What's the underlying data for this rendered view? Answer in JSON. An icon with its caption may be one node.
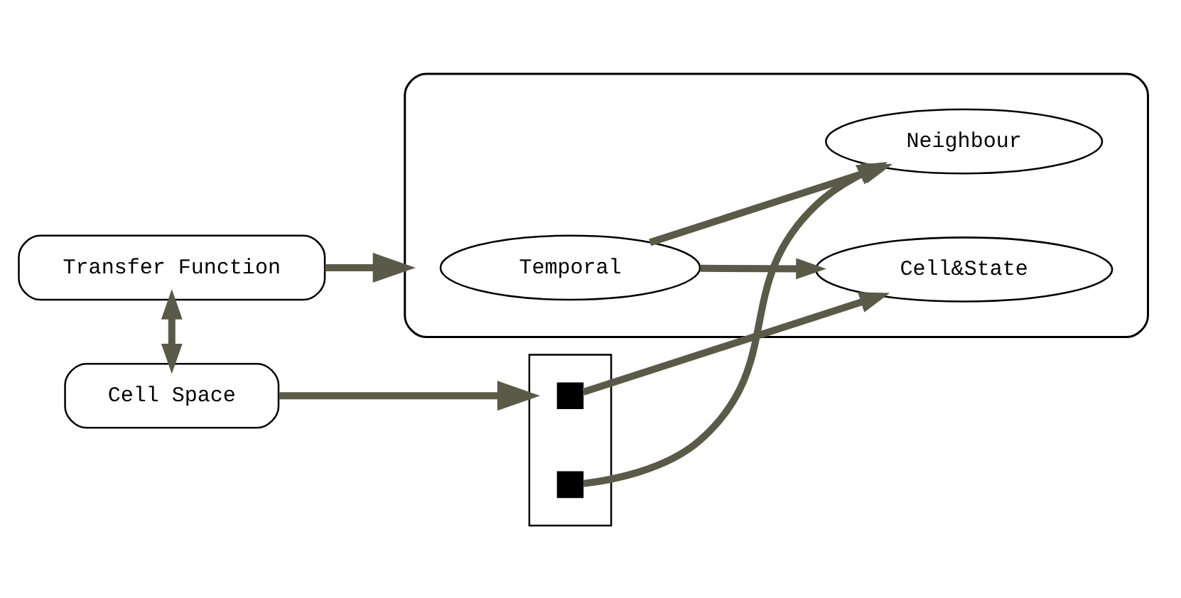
{
  "diagram": {
    "nodes": [
      {
        "text": [
          "Transfer Function"
        ]
      },
      {
        "text": [
          "Cell Space"
        ]
      },
      {
        "text": [],
        "shape": "ellipse"
      },
      {
        "text": [
          "Temporal"
        ],
        "in": 2
      },
      {
        "text": [
          "Cell&State"
        ],
        "in": 2
      },
      {
        "text": [
          "Neighbour"
        ],
        "in": 2
      },
      {
        "text": [],
        "shape": "box"
      },
      {
        "text": [],
        "shape": "box",
        "in": 6
      },
      {
        "text": [],
        "shape": "box",
        "in": 6
      }
    ],
    "edges": [
      {
        "from": 0,
        "to": 2,
        "arrow": "to"
      },
      {
        "from": 0,
        "to": 1,
        "arrow": "both"
      },
      {
        "from": 1,
        "to": 6,
        "arrow": "to"
      },
      {
        "from": 3,
        "to": 4,
        "arrow": "to"
      },
      {
        "from": 3,
        "to": 5,
        "arrow": "to"
      },
      {
        "from": 7,
        "to": 4,
        "arrow": "to"
      },
      {
        "from": 8,
        "to": 5,
        "arrow": "to"
      }
    ]
  }
}
